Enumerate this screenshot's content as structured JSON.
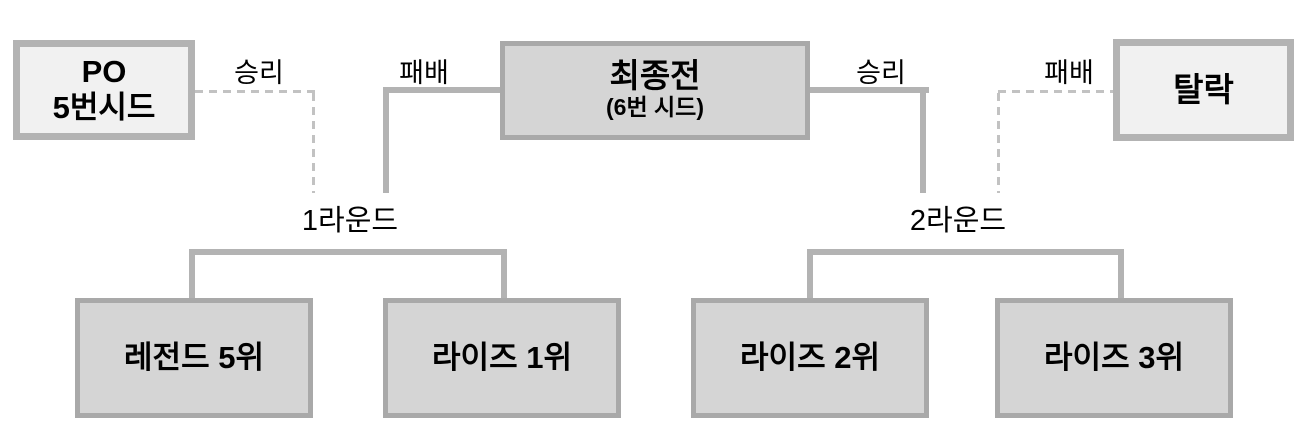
{
  "colors": {
    "background": "#ffffff",
    "text": "#000000",
    "box_light_fill": "#f1f1f1",
    "box_light_border": "#b3b3b3",
    "box_dark_fill": "#d5d5d5",
    "box_dark_border": "#a9a9a9",
    "line_solid": "#b3b3b3",
    "line_dashed": "#c2c2c2"
  },
  "nodes": {
    "po_seed5": {
      "line1": "PO",
      "line2": "5번시드"
    },
    "final": {
      "title": "최종전",
      "subtitle": "(6번 시드)"
    },
    "eliminated": {
      "label": "탈락"
    },
    "legend_5th": {
      "label": "레전드 5위"
    },
    "rise_1st": {
      "label": "라이즈 1위"
    },
    "rise_2nd": {
      "label": "라이즈 2위"
    },
    "rise_3rd": {
      "label": "라이즈 3위"
    }
  },
  "edge_labels": {
    "win_left": "승리",
    "lose_left": "패배",
    "win_right": "승리",
    "lose_right": "패배"
  },
  "round_labels": {
    "round1": "1라운드",
    "round2": "2라운드"
  }
}
